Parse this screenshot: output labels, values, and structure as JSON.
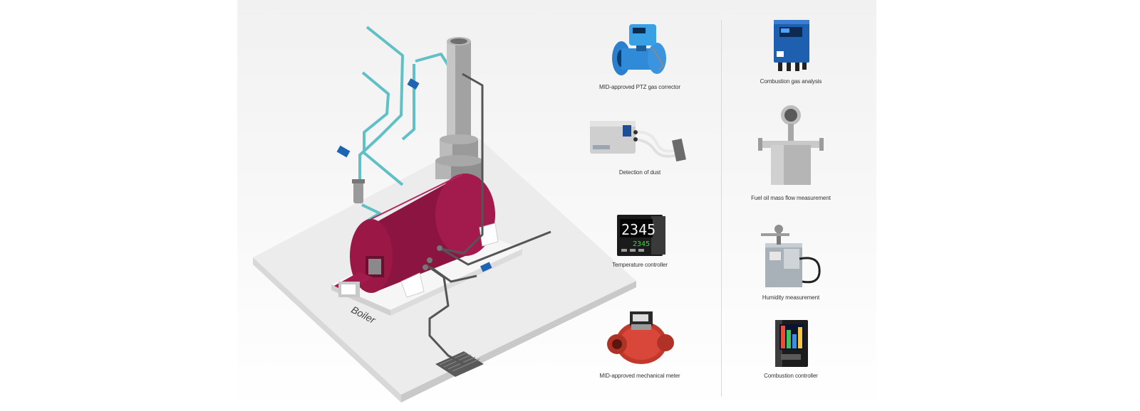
{
  "diagram": {
    "boiler_label": "Boiler",
    "colors": {
      "boiler": "#9a1746",
      "gas_pipe": "#5fc0c6",
      "valve": "#1e64b4",
      "chimney": "#9c9c9c",
      "sensor_pipe": "#555555"
    }
  },
  "products": {
    "left_column": [
      {
        "label": "MID-approved PTZ gas corrector",
        "icon": "gas-corrector-icon"
      },
      {
        "label": "Detection of dust",
        "icon": "dust-detector-icon"
      },
      {
        "label": "Temperature controller",
        "icon": "temperature-controller-icon",
        "display_main": "2345",
        "display_sub": "2345"
      },
      {
        "label": "MID-approved mechanical meter",
        "icon": "mechanical-meter-icon"
      }
    ],
    "right_column": [
      {
        "label": "Combustion gas analysis",
        "icon": "gas-analyzer-icon"
      },
      {
        "label": "Fuel oil mass flow measurement",
        "icon": "mass-flowmeter-icon"
      },
      {
        "label": "Humidity measurement",
        "icon": "humidity-sensor-icon"
      },
      {
        "label": "Combustion controller",
        "icon": "combustion-controller-icon"
      }
    ]
  }
}
